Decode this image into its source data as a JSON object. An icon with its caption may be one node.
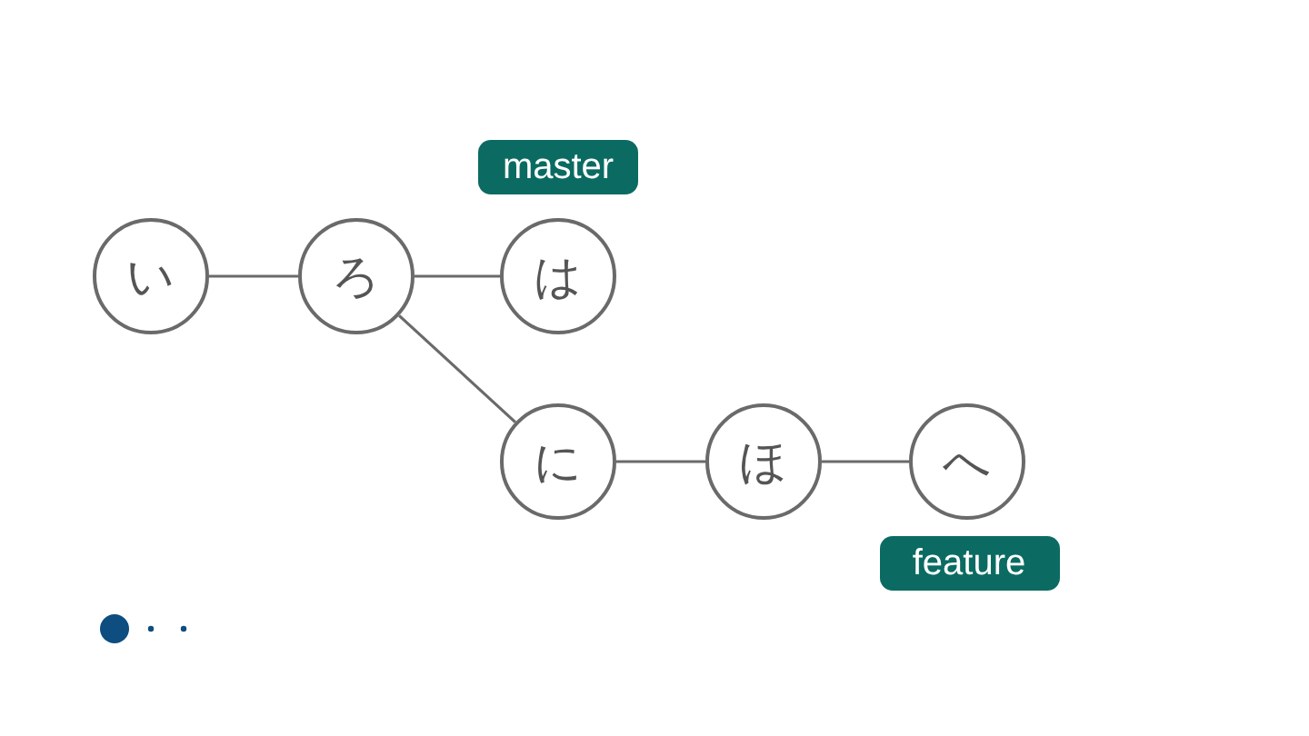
{
  "diagram": {
    "nodes": [
      {
        "text": [
          "い"
        ]
      },
      {
        "text": [
          "ろ"
        ]
      },
      {
        "text": [
          "は"
        ]
      },
      {
        "text": [
          "に"
        ]
      },
      {
        "text": [
          "ほ"
        ]
      },
      {
        "text": [
          "へ"
        ]
      },
      {
        "text": [
          "master"
        ]
      },
      {
        "text": [
          "feature"
        ]
      }
    ],
    "edges": [
      {
        "from": 0,
        "to": 1,
        "arrow": "none"
      },
      {
        "from": 1,
        "to": 2,
        "arrow": "none"
      },
      {
        "from": 1,
        "to": 3,
        "arrow": "none"
      },
      {
        "from": 3,
        "to": 4,
        "arrow": "none"
      },
      {
        "from": 4,
        "to": 5,
        "arrow": "none"
      }
    ]
  }
}
